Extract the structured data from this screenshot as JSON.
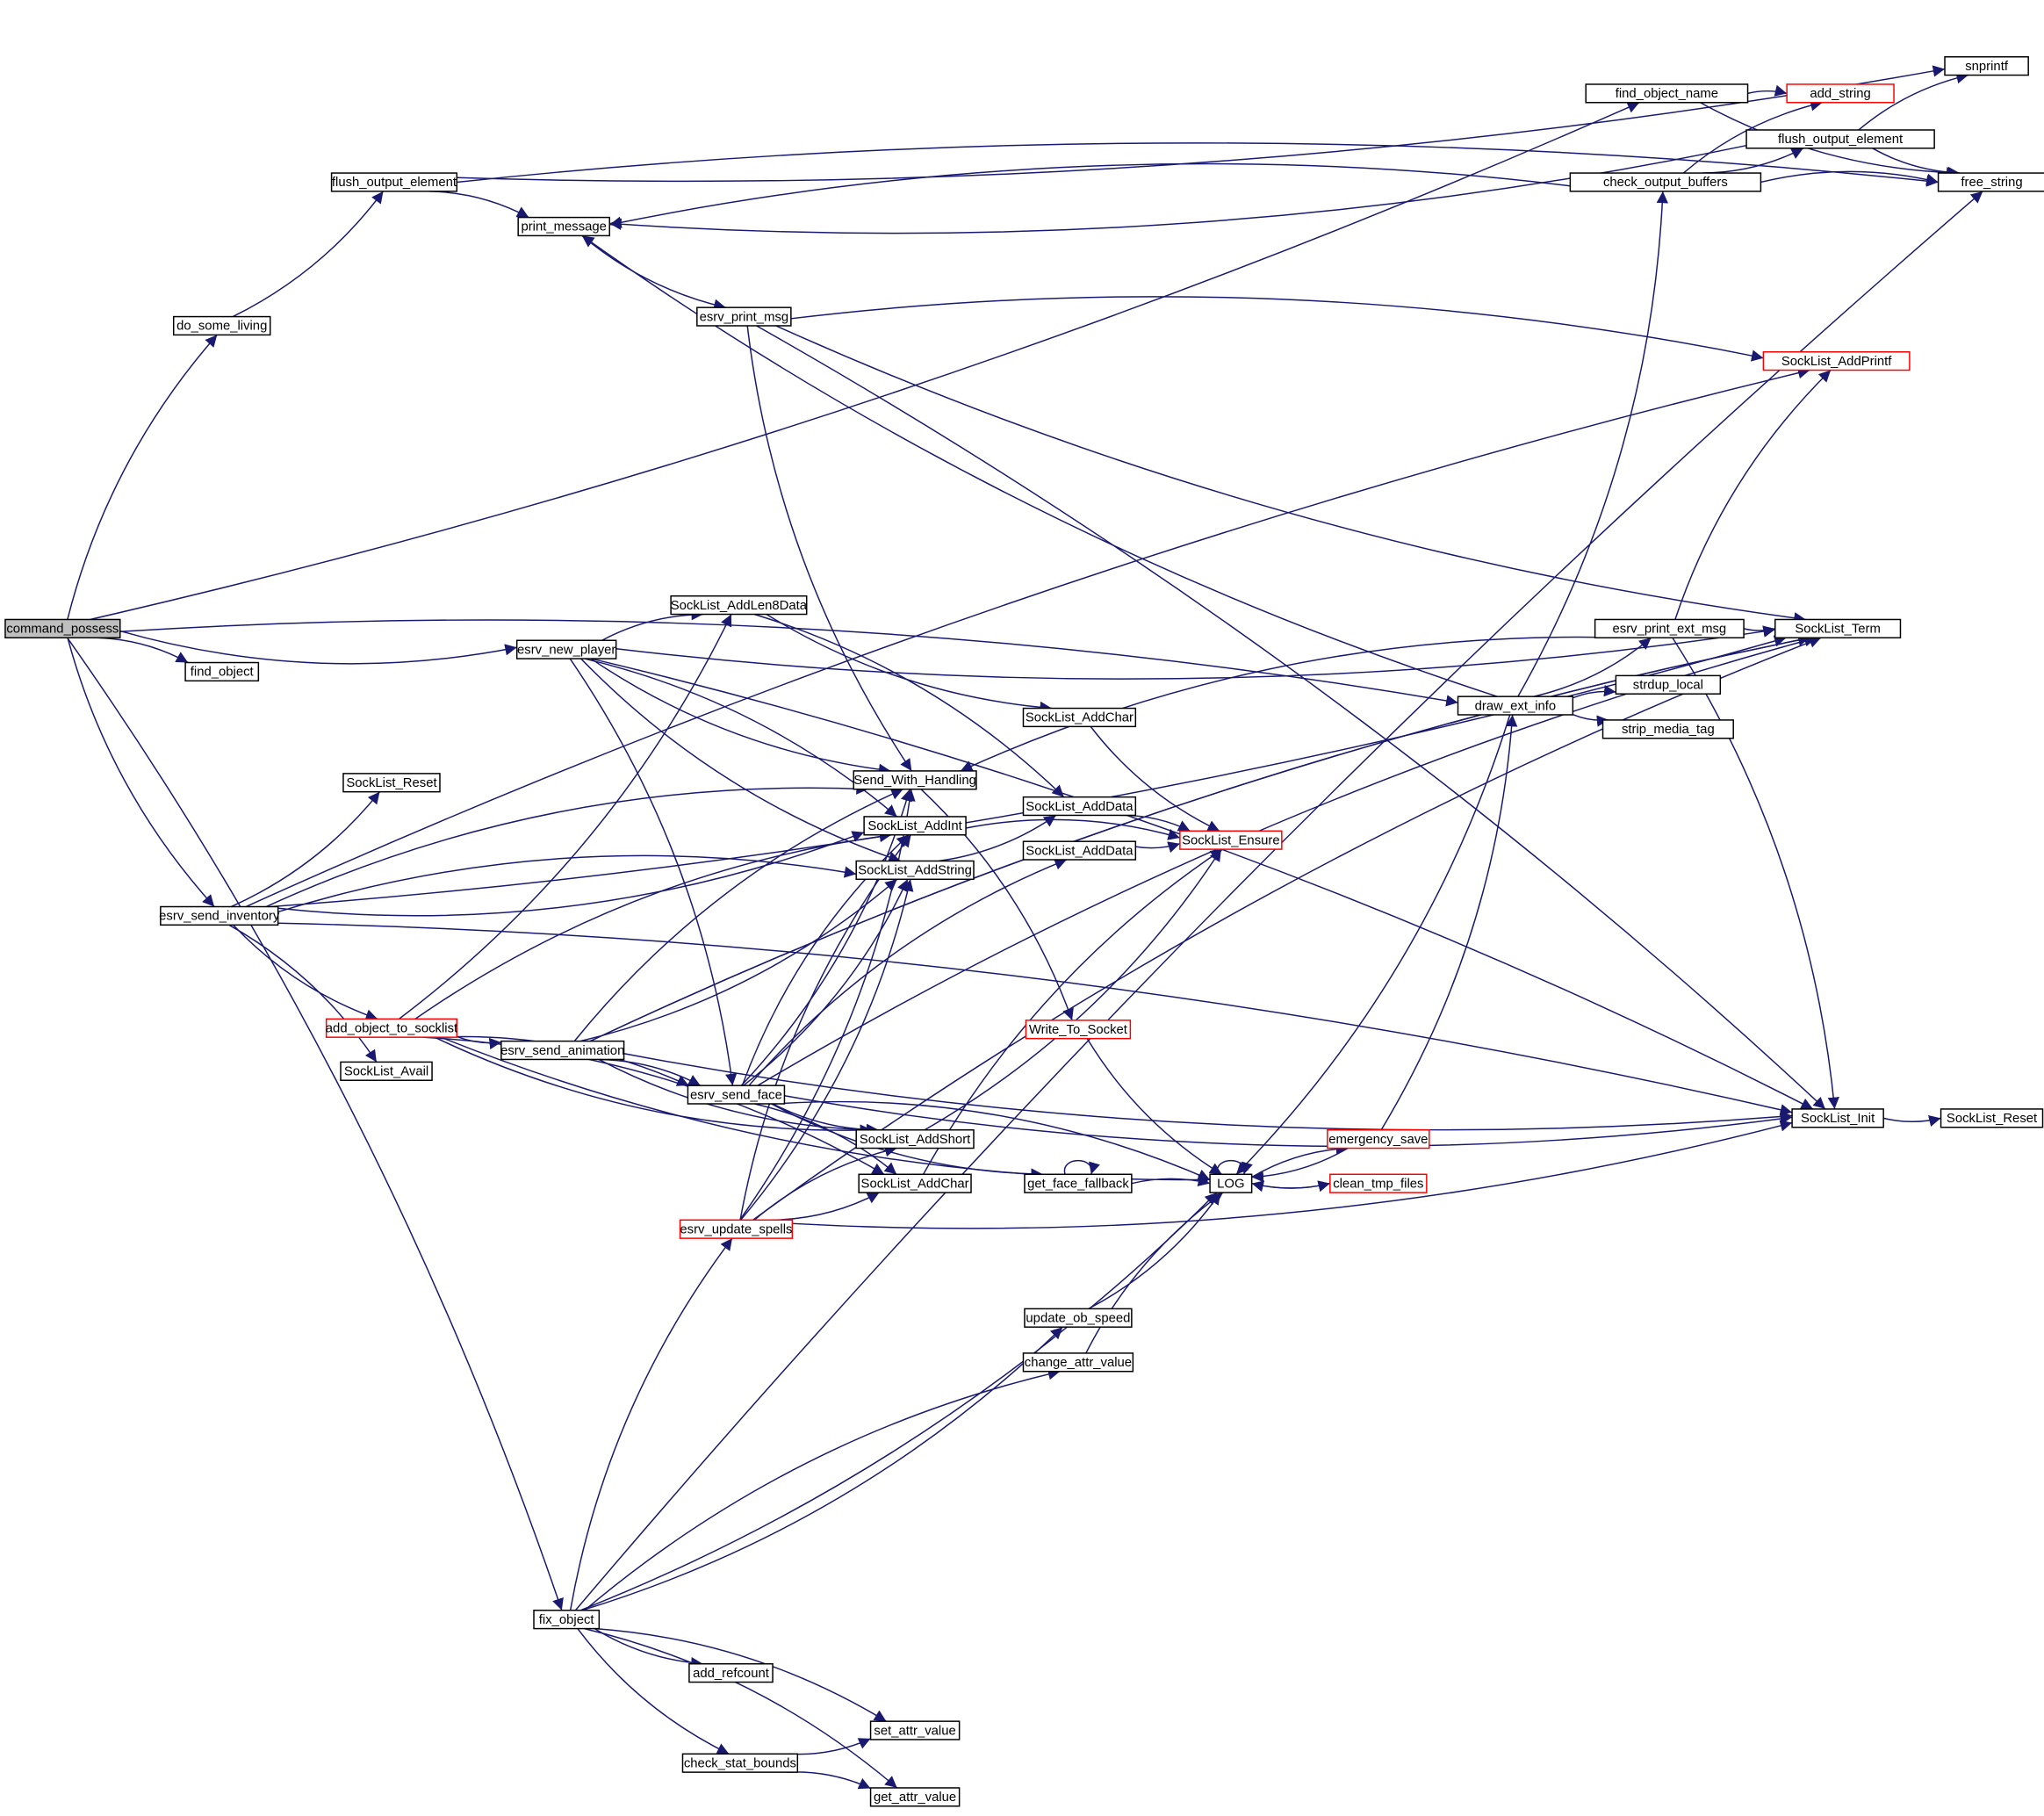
{
  "diagram": {
    "type": "call-graph",
    "root": "command_possess",
    "colors": {
      "edge": "#191970",
      "node_border": "#000000",
      "truncated_node_border": "#ff0000",
      "root_fill": "#bfbfbf",
      "node_fill": "#ffffff"
    },
    "nodes": [
      {
        "id": "command_possess",
        "label": "command_possess",
        "style": "root"
      },
      {
        "id": "flush_output_element_a",
        "label": "flush_output_element",
        "style": "normal"
      },
      {
        "id": "do_some_living",
        "label": "do_some_living",
        "style": "normal"
      },
      {
        "id": "print_message",
        "label": "print_message",
        "style": "normal"
      },
      {
        "id": "esrv_print_msg",
        "label": "esrv_print_msg",
        "style": "normal"
      },
      {
        "id": "find_object_name",
        "label": "find_object_name",
        "style": "normal"
      },
      {
        "id": "add_string",
        "label": "add_string",
        "style": "truncated"
      },
      {
        "id": "snprintf",
        "label": "snprintf",
        "style": "normal"
      },
      {
        "id": "flush_output_element_b",
        "label": "flush_output_element",
        "style": "normal"
      },
      {
        "id": "check_output_buffers",
        "label": "check_output_buffers",
        "style": "normal"
      },
      {
        "id": "free_string",
        "label": "free_string",
        "style": "normal"
      },
      {
        "id": "SockList_AddPrintf",
        "label": "SockList_AddPrintf",
        "style": "truncated"
      },
      {
        "id": "find_object",
        "label": "find_object",
        "style": "normal"
      },
      {
        "id": "esrv_new_player",
        "label": "esrv_new_player",
        "style": "normal"
      },
      {
        "id": "SockList_AddLen8Data",
        "label": "SockList_AddLen8Data",
        "style": "normal"
      },
      {
        "id": "esrv_print_ext_msg",
        "label": "esrv_print_ext_msg",
        "style": "normal"
      },
      {
        "id": "SockList_Term",
        "label": "SockList_Term",
        "style": "normal"
      },
      {
        "id": "draw_ext_info",
        "label": "draw_ext_info",
        "style": "normal"
      },
      {
        "id": "strdup_local",
        "label": "strdup_local",
        "style": "normal"
      },
      {
        "id": "strip_media_tag",
        "label": "strip_media_tag",
        "style": "normal"
      },
      {
        "id": "SockList_AddChar_a",
        "label": "SockList_AddChar",
        "style": "normal"
      },
      {
        "id": "SockList_Reset_a",
        "label": "SockList_Reset",
        "style": "normal"
      },
      {
        "id": "Send_With_Handling",
        "label": "Send_With_Handling",
        "style": "normal"
      },
      {
        "id": "SockList_AddInt",
        "label": "SockList_AddInt",
        "style": "normal"
      },
      {
        "id": "SockList_AddData_a",
        "label": "SockList_AddData",
        "style": "normal"
      },
      {
        "id": "SockList_AddString",
        "label": "SockList_AddString",
        "style": "normal"
      },
      {
        "id": "SockList_AddData_b",
        "label": "SockList_AddData",
        "style": "normal"
      },
      {
        "id": "SockList_Ensure",
        "label": "SockList_Ensure",
        "style": "truncated"
      },
      {
        "id": "esrv_send_inventory",
        "label": "esrv_send_inventory",
        "style": "normal"
      },
      {
        "id": "add_object_to_socklist",
        "label": "add_object_to_socklist",
        "style": "truncated"
      },
      {
        "id": "esrv_send_animation",
        "label": "esrv_send_animation",
        "style": "normal"
      },
      {
        "id": "Write_To_Socket",
        "label": "Write_To_Socket",
        "style": "truncated"
      },
      {
        "id": "SockList_Avail",
        "label": "SockList_Avail",
        "style": "normal"
      },
      {
        "id": "esrv_send_face",
        "label": "esrv_send_face",
        "style": "normal"
      },
      {
        "id": "SockList_Init",
        "label": "SockList_Init",
        "style": "normal"
      },
      {
        "id": "SockList_Reset_b",
        "label": "SockList_Reset",
        "style": "normal"
      },
      {
        "id": "SockList_AddShort",
        "label": "SockList_AddShort",
        "style": "normal"
      },
      {
        "id": "emergency_save",
        "label": "emergency_save",
        "style": "truncated"
      },
      {
        "id": "SockList_AddChar_b",
        "label": "SockList_AddChar",
        "style": "normal"
      },
      {
        "id": "get_face_fallback",
        "label": "get_face_fallback",
        "style": "normal"
      },
      {
        "id": "LOG",
        "label": "LOG",
        "style": "normal"
      },
      {
        "id": "clean_tmp_files",
        "label": "clean_tmp_files",
        "style": "truncated"
      },
      {
        "id": "esrv_update_spells",
        "label": "esrv_update_spells",
        "style": "truncated"
      },
      {
        "id": "update_ob_speed",
        "label": "update_ob_speed",
        "style": "normal"
      },
      {
        "id": "change_attr_value",
        "label": "change_attr_value",
        "style": "normal"
      },
      {
        "id": "fix_object",
        "label": "fix_object",
        "style": "normal"
      },
      {
        "id": "add_refcount",
        "label": "add_refcount",
        "style": "normal"
      },
      {
        "id": "set_attr_value",
        "label": "set_attr_value",
        "style": "normal"
      },
      {
        "id": "check_stat_bounds",
        "label": "check_stat_bounds",
        "style": "normal"
      },
      {
        "id": "get_attr_value",
        "label": "get_attr_value",
        "style": "normal"
      }
    ],
    "edges": [
      [
        "command_possess",
        "do_some_living"
      ],
      [
        "command_possess",
        "find_object_name"
      ],
      [
        "command_possess",
        "find_object"
      ],
      [
        "command_possess",
        "esrv_new_player"
      ],
      [
        "command_possess",
        "draw_ext_info"
      ],
      [
        "command_possess",
        "esrv_send_inventory"
      ],
      [
        "command_possess",
        "fix_object"
      ],
      [
        "do_some_living",
        "flush_output_element_a"
      ],
      [
        "flush_output_element_a",
        "print_message"
      ],
      [
        "flush_output_element_a",
        "snprintf"
      ],
      [
        "flush_output_element_a",
        "free_string"
      ],
      [
        "print_message",
        "esrv_print_msg"
      ],
      [
        "esrv_print_msg",
        "SockList_AddPrintf"
      ],
      [
        "esrv_print_msg",
        "SockList_Term"
      ],
      [
        "esrv_print_msg",
        "SockList_Init"
      ],
      [
        "esrv_print_msg",
        "Send_With_Handling"
      ],
      [
        "find_object_name",
        "add_string"
      ],
      [
        "find_object_name",
        "free_string"
      ],
      [
        "check_output_buffers",
        "add_string"
      ],
      [
        "check_output_buffers",
        "flush_output_element_b"
      ],
      [
        "check_output_buffers",
        "free_string"
      ],
      [
        "check_output_buffers",
        "print_message"
      ],
      [
        "flush_output_element_b",
        "snprintf"
      ],
      [
        "flush_output_element_b",
        "free_string"
      ],
      [
        "flush_output_element_b",
        "print_message"
      ],
      [
        "draw_ext_info",
        "check_output_buffers"
      ],
      [
        "draw_ext_info",
        "print_message"
      ],
      [
        "draw_ext_info",
        "esrv_print_ext_msg"
      ],
      [
        "draw_ext_info",
        "strdup_local"
      ],
      [
        "draw_ext_info",
        "strip_media_tag"
      ],
      [
        "esrv_print_ext_msg",
        "SockList_AddPrintf"
      ],
      [
        "esrv_print_ext_msg",
        "SockList_Term"
      ],
      [
        "esrv_print_ext_msg",
        "SockList_Init"
      ],
      [
        "esrv_print_ext_msg",
        "Send_With_Handling"
      ],
      [
        "esrv_new_player",
        "SockList_AddLen8Data"
      ],
      [
        "esrv_new_player",
        "SockList_Term"
      ],
      [
        "esrv_new_player",
        "SockList_Init"
      ],
      [
        "esrv_new_player",
        "Send_With_Handling"
      ],
      [
        "esrv_new_player",
        "SockList_AddInt"
      ],
      [
        "esrv_new_player",
        "SockList_AddString"
      ],
      [
        "esrv_new_player",
        "esrv_send_face"
      ],
      [
        "SockList_AddLen8Data",
        "SockList_AddChar_a"
      ],
      [
        "SockList_AddLen8Data",
        "SockList_AddData_a"
      ],
      [
        "SockList_AddChar_a",
        "SockList_Ensure"
      ],
      [
        "SockList_AddInt",
        "SockList_Ensure"
      ],
      [
        "SockList_AddString",
        "SockList_AddData_a"
      ],
      [
        "SockList_AddData_a",
        "SockList_Ensure"
      ],
      [
        "SockList_AddData_b",
        "SockList_Ensure"
      ],
      [
        "Send_With_Handling",
        "Write_To_Socket"
      ],
      [
        "Write_To_Socket",
        "LOG"
      ],
      [
        "esrv_send_inventory",
        "SockList_AddPrintf"
      ],
      [
        "esrv_send_inventory",
        "SockList_Reset_a"
      ],
      [
        "esrv_send_inventory",
        "Send_With_Handling"
      ],
      [
        "esrv_send_inventory",
        "SockList_AddInt"
      ],
      [
        "esrv_send_inventory",
        "SockList_AddString"
      ],
      [
        "esrv_send_inventory",
        "add_object_to_socklist"
      ],
      [
        "esrv_send_inventory",
        "SockList_Avail"
      ],
      [
        "esrv_send_inventory",
        "SockList_Term"
      ],
      [
        "esrv_send_inventory",
        "SockList_Init"
      ],
      [
        "add_object_to_socklist",
        "SockList_AddLen8Data"
      ],
      [
        "add_object_to_socklist",
        "SockList_AddInt"
      ],
      [
        "add_object_to_socklist",
        "esrv_send_animation"
      ],
      [
        "add_object_to_socklist",
        "esrv_send_face"
      ],
      [
        "add_object_to_socklist",
        "SockList_AddShort"
      ],
      [
        "add_object_to_socklist",
        "SockList_AddChar_b"
      ],
      [
        "add_object_to_socklist",
        "LOG"
      ],
      [
        "esrv_send_animation",
        "Send_With_Handling"
      ],
      [
        "esrv_send_animation",
        "SockList_AddString"
      ],
      [
        "esrv_send_animation",
        "esrv_send_face"
      ],
      [
        "esrv_send_animation",
        "SockList_AddShort"
      ],
      [
        "esrv_send_animation",
        "SockList_Term"
      ],
      [
        "esrv_send_animation",
        "SockList_Init"
      ],
      [
        "esrv_send_animation",
        "SockList_Term"
      ],
      [
        "esrv_send_face",
        "Send_With_Handling"
      ],
      [
        "esrv_send_face",
        "SockList_AddInt"
      ],
      [
        "esrv_send_face",
        "SockList_AddString"
      ],
      [
        "esrv_send_face",
        "SockList_AddData_b"
      ],
      [
        "esrv_send_face",
        "SockList_AddShort"
      ],
      [
        "esrv_send_face",
        "SockList_AddChar_b"
      ],
      [
        "esrv_send_face",
        "get_face_fallback"
      ],
      [
        "esrv_send_face",
        "LOG"
      ],
      [
        "esrv_send_face",
        "SockList_Init"
      ],
      [
        "esrv_send_face",
        "SockList_Term"
      ],
      [
        "SockList_AddShort",
        "SockList_Ensure"
      ],
      [
        "SockList_AddChar_b",
        "SockList_Ensure"
      ],
      [
        "get_face_fallback",
        "get_face_fallback"
      ],
      [
        "get_face_fallback",
        "LOG"
      ],
      [
        "LOG",
        "LOG"
      ],
      [
        "LOG",
        "emergency_save"
      ],
      [
        "LOG",
        "clean_tmp_files"
      ],
      [
        "emergency_save",
        "LOG"
      ],
      [
        "emergency_save",
        "draw_ext_info"
      ],
      [
        "clean_tmp_files",
        "LOG"
      ],
      [
        "esrv_update_spells",
        "Send_With_Handling"
      ],
      [
        "esrv_update_spells",
        "SockList_AddInt"
      ],
      [
        "esrv_update_spells",
        "SockList_AddString"
      ],
      [
        "esrv_update_spells",
        "SockList_AddShort"
      ],
      [
        "esrv_update_spells",
        "SockList_AddChar_b"
      ],
      [
        "esrv_update_spells",
        "SockList_Term"
      ],
      [
        "esrv_update_spells",
        "SockList_Init"
      ],
      [
        "draw_ext_info",
        "LOG"
      ],
      [
        "SockList_Init",
        "SockList_Reset_b"
      ],
      [
        "fix_object",
        "esrv_update_spells"
      ],
      [
        "fix_object",
        "update_ob_speed"
      ],
      [
        "fix_object",
        "change_attr_value"
      ],
      [
        "fix_object",
        "LOG"
      ],
      [
        "fix_object",
        "free_string"
      ],
      [
        "fix_object",
        "add_refcount"
      ],
      [
        "fix_object",
        "set_attr_value"
      ],
      [
        "fix_object",
        "check_stat_bounds"
      ],
      [
        "fix_object",
        "get_attr_value"
      ],
      [
        "update_ob_speed",
        "LOG"
      ],
      [
        "change_attr_value",
        "LOG"
      ],
      [
        "check_stat_bounds",
        "set_attr_value"
      ],
      [
        "check_stat_bounds",
        "get_attr_value"
      ]
    ]
  }
}
